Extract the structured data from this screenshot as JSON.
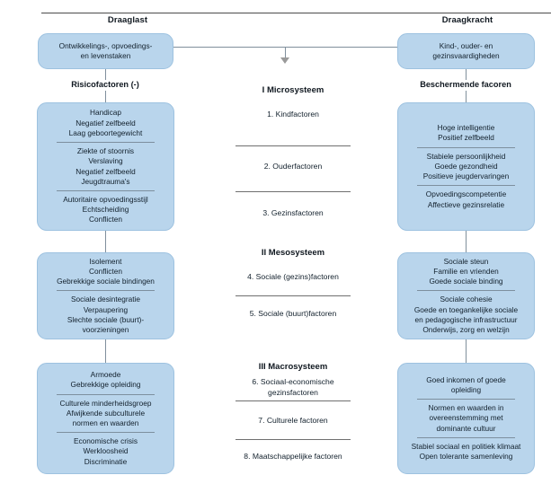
{
  "headers": {
    "left": "Draaglast",
    "right": "Draagkracht"
  },
  "top_boxes": {
    "left": [
      "Ontwikkelings-, opvoedings-",
      "en levenstaken"
    ],
    "right": [
      "Kind-, ouder- en",
      "gezinsvaardigheden"
    ]
  },
  "branch_labels": {
    "left": "Risicofactoren (-)",
    "right": "Beschermende facoren"
  },
  "left_column": [
    {
      "name": "risk-micro-box",
      "groups": [
        [
          "Handicap",
          "Negatief zelfbeeld",
          "Laag geboortegewicht"
        ],
        [
          "Ziekte of stoornis",
          "Verslaving",
          "Negatief zelfbeeld",
          "Jeugdtrauma's"
        ],
        [
          "Autoritaire opvoedingsstijl",
          "Echtscheiding",
          "Conflicten"
        ]
      ]
    },
    {
      "name": "risk-meso-box",
      "groups": [
        [
          "Isolement",
          "Conflicten",
          "Gebrekkige sociale bindingen"
        ],
        [
          "Sociale desintegratie",
          "Verpaupering",
          "Slechte sociale (buurt)-",
          "voorzieningen"
        ]
      ]
    },
    {
      "name": "risk-macro-box",
      "groups": [
        [
          "Armoede",
          "Gebrekkige opleiding"
        ],
        [
          "Culturele minderheidsgroep",
          "Afwijkende subculturele",
          "normen en waarden"
        ],
        [
          "Economische crisis",
          "Werkloosheid",
          "Discriminatie"
        ]
      ]
    }
  ],
  "right_column": [
    {
      "name": "protective-micro-box",
      "groups": [
        [
          "Hoge intelligentie",
          "Positief zelfbeeld"
        ],
        [
          "Stabiele persoonlijkheid",
          "Goede gezondheid",
          "Positieve jeugdervaringen"
        ],
        [
          "Opvoedingscompetentie",
          "Affectieve gezinsrelatie"
        ]
      ]
    },
    {
      "name": "protective-meso-box",
      "groups": [
        [
          "Sociale steun",
          "Familie en vrienden",
          "Goede sociale binding"
        ],
        [
          "Sociale cohesie",
          "Goede en toegankelijke sociale",
          "en pedagogische infrastructuur",
          "Onderwijs, zorg en welzijn"
        ]
      ]
    },
    {
      "name": "protective-macro-box",
      "groups": [
        [
          "Goed inkomen of goede",
          "opleiding"
        ],
        [
          "Normen en waarden in",
          "overeenstemming met",
          "dominante cultuur"
        ],
        [
          "Stabiel sociaal en politiek klimaat",
          "Open tolerante samenleving"
        ]
      ]
    }
  ],
  "middle_column": [
    {
      "title": "I Microsysteem",
      "items": [
        [
          "1. Kindfactoren"
        ],
        [
          "2. Ouderfactoren"
        ],
        [
          "3. Gezinsfactoren"
        ]
      ]
    },
    {
      "title": "II Mesosysteem",
      "items": [
        [
          "4. Sociale (gezins)factoren"
        ],
        [
          "5. Sociale (buurt)factoren"
        ]
      ]
    },
    {
      "title": "III Macrosysteem",
      "items": [
        [
          "6. Sociaal-economische",
          "gezinsfactoren"
        ],
        [
          "7. Culturele factoren"
        ],
        [
          "8. Maatschappelijke factoren"
        ]
      ]
    }
  ],
  "colors": {
    "box_fill": "#b9d5ec",
    "box_border": "#9dc2e0",
    "connector": "#808f9c",
    "divider": "#7d8f9e",
    "text": "#12202c"
  }
}
